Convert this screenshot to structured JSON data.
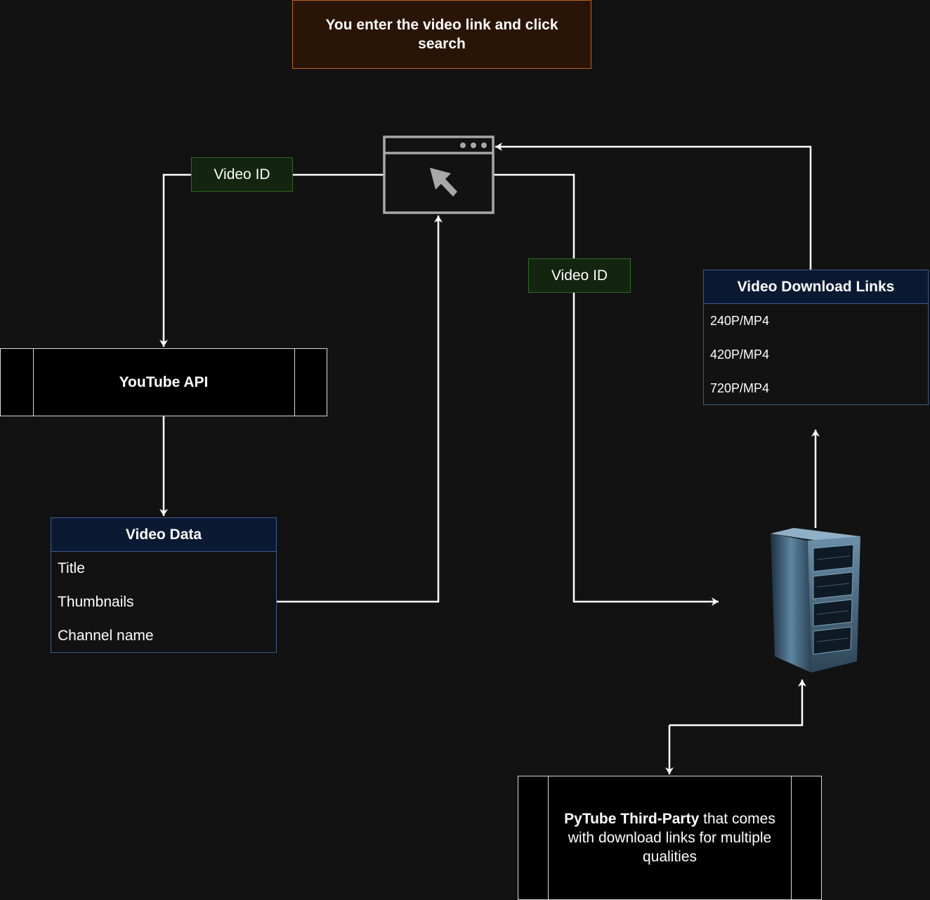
{
  "note": {
    "text": "You enter the video link and click search"
  },
  "edge_labels": {
    "left": "Video ID",
    "right": "Video ID"
  },
  "youtube_api": {
    "label": "YouTube API"
  },
  "video_data": {
    "title": "Video Data",
    "items": [
      "Title",
      "Thumbnails",
      "Channel name"
    ]
  },
  "download_links": {
    "title": "Video Download Links",
    "items": [
      "240P/MP4",
      "420P/MP4",
      "720P/MP4"
    ]
  },
  "pytube": {
    "bold": "PyTube Third-Party",
    "rest": " that comes with download links for multiple qualities"
  },
  "icons": {
    "browser": "browser-window-cursor-icon",
    "server": "server-rack-icon"
  },
  "colors": {
    "background": "#121212",
    "note_fill": "#2a1406",
    "note_stroke": "#b8661c",
    "label_fill": "#13240f",
    "label_stroke": "#2d6b1f",
    "list_header": "#0b1a33",
    "list_stroke": "#3d5c8f"
  }
}
